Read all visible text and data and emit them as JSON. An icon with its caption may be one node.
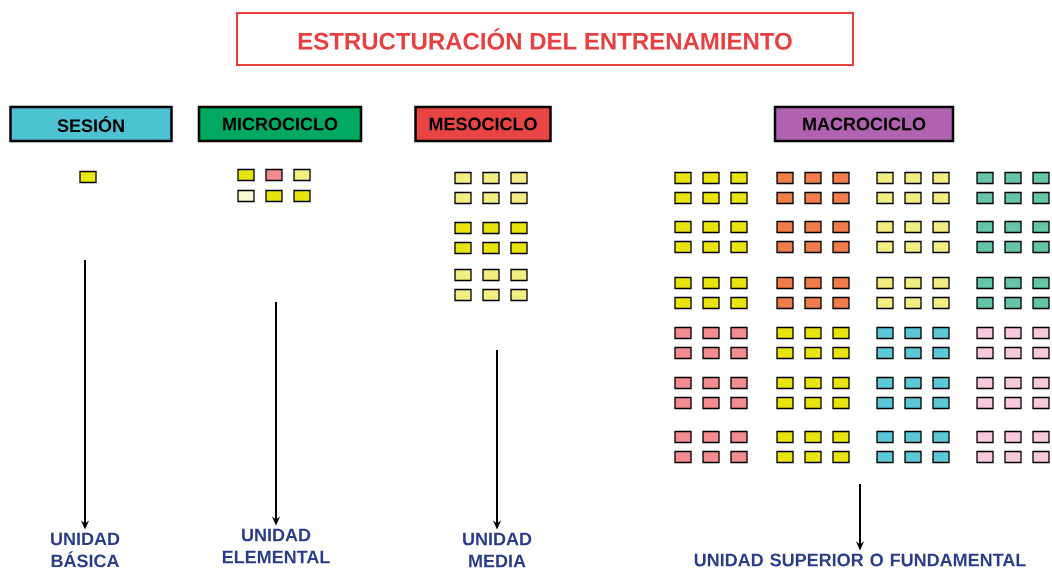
{
  "diagram": {
    "title": "ESTRUCTURACIÓN DEL ENTRENAMIENTO",
    "nodes": [
      {
        "text": [
          "SESIÓN"
        ]
      },
      {
        "text": [
          "MICROCICLO"
        ]
      },
      {
        "text": [
          "MESOCICLO"
        ]
      },
      {
        "text": [
          "MACROCICLO"
        ]
      },
      {
        "text": [
          "UNIDAD BÁSICA"
        ]
      },
      {
        "text": [
          "UNIDAD ELEMENTAL"
        ]
      },
      {
        "text": [
          "UNIDAD MEDIA"
        ]
      },
      {
        "text": [
          "UNIDAD SUPERIOR O FUNDAMENTAL"
        ]
      }
    ],
    "edges": [
      {
        "from": null,
        "to": 4,
        "arrow": "to"
      },
      {
        "from": null,
        "to": 5,
        "arrow": "to"
      },
      {
        "from": null,
        "to": 6,
        "arrow": "to"
      },
      {
        "from": null,
        "to": 7,
        "arrow": "to"
      }
    ]
  }
}
